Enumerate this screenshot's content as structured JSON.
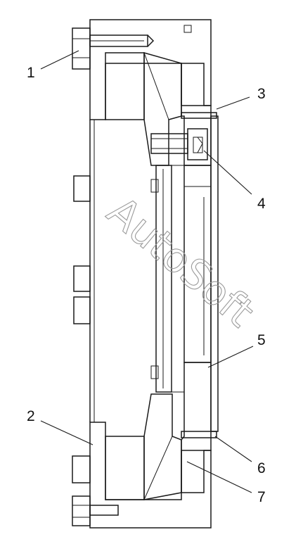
{
  "watermark": "AutoSoft",
  "colors": {
    "line": "#1a1a1a",
    "hatch": "#333333",
    "cross_hatch": "#222222",
    "watermark": "#9a9a9a",
    "background": "#ffffff"
  },
  "callouts": [
    {
      "id": "1",
      "label": "1"
    },
    {
      "id": "2",
      "label": "2"
    },
    {
      "id": "3",
      "label": "3"
    },
    {
      "id": "4",
      "label": "4"
    },
    {
      "id": "5",
      "label": "5"
    },
    {
      "id": "6",
      "label": "6"
    },
    {
      "id": "7",
      "label": "7"
    }
  ]
}
